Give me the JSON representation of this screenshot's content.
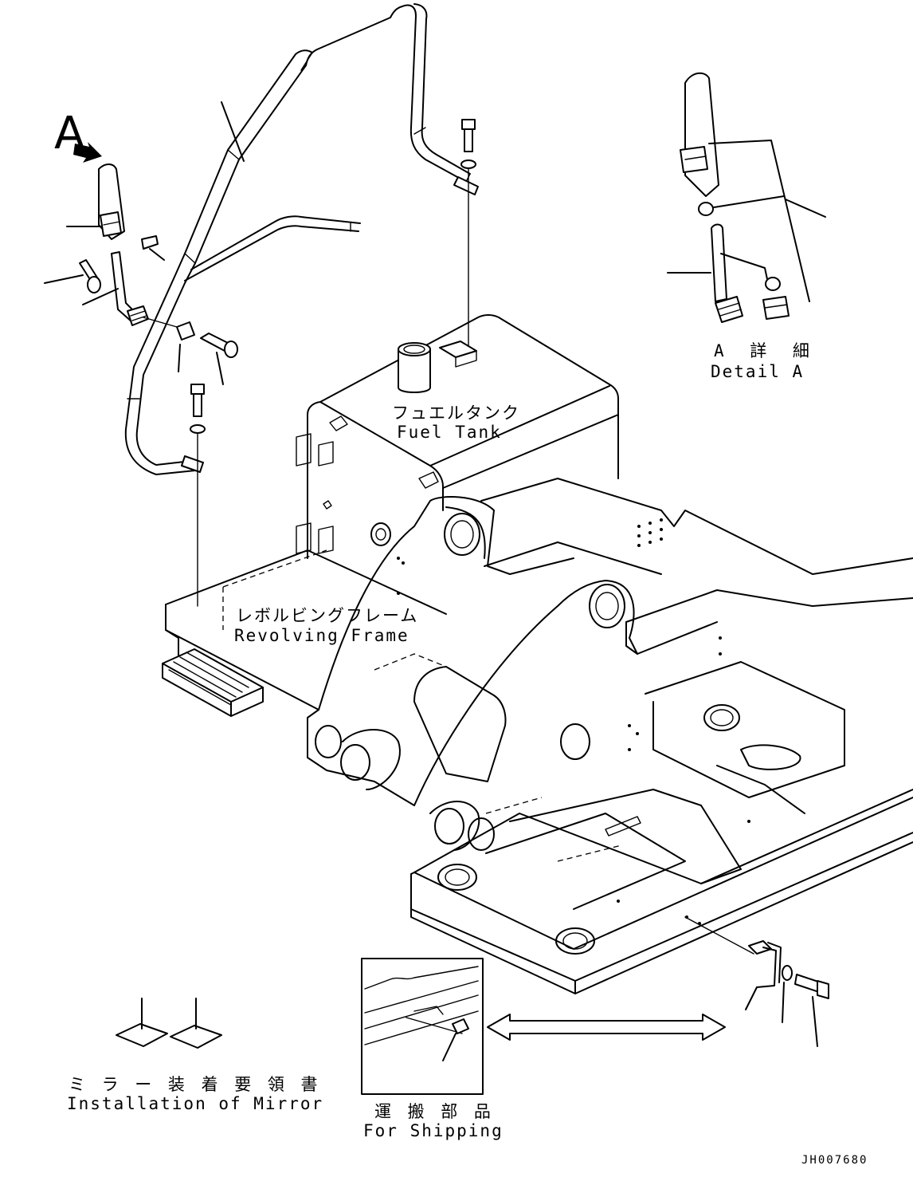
{
  "view_marker": "A",
  "labels": {
    "detail_jp": "A 詳 細",
    "detail_en": "Detail A",
    "fuel_tank_jp": "フュエルタンク",
    "fuel_tank_en": "Fuel Tank",
    "revolving_frame_jp": "レボルビングフレーム",
    "revolving_frame_en": "Revolving Frame",
    "mirror_jp": "ミ ラ ー 装 着 要 領 書",
    "mirror_en": "Installation of Mirror",
    "shipping_jp": "運 搬 部 品",
    "shipping_en": "For Shipping"
  },
  "drawing_number": "JH007680"
}
